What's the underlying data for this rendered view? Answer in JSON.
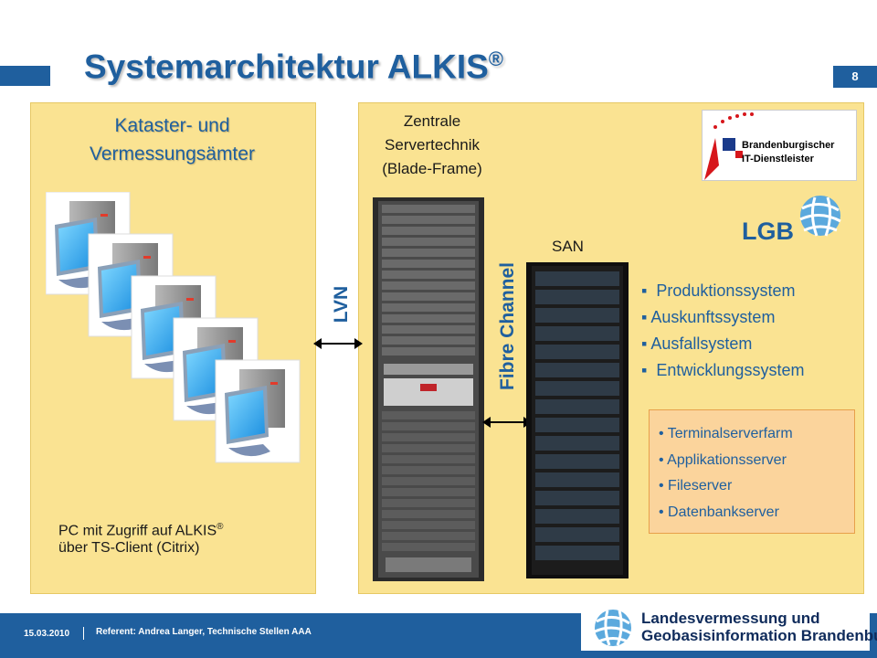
{
  "slide": {
    "title": "Systemarchitektur ALKIS",
    "title_mark": "®",
    "page_number": "8"
  },
  "left_panel": {
    "heading_line1": "Kataster- und",
    "heading_line2": "Vermessungsämter",
    "caption_line1": "PC mit Zugriff auf ALKIS",
    "caption_mark": "®",
    "caption_line2": "über TS-Client (Citrix)"
  },
  "connection": {
    "lvn": "LVN",
    "fibre": "Fibre Channel"
  },
  "right_panel": {
    "server_line1": "Zentrale",
    "server_line2": "Servertechnik",
    "server_line3": "(Blade-Frame)",
    "san": "SAN",
    "bitd_line1": "Brandenburgischer",
    "bitd_line2": "IT-Dienstleister",
    "lgb": "LGB",
    "systems": [
      "Produktionssystem",
      "Auskunftssystem",
      "Ausfallsystem",
      "Entwicklungssystem"
    ],
    "servers": [
      "Terminalserverfarm",
      "Applikationsserver",
      "Fileserver",
      "Datenbankserver"
    ]
  },
  "footer": {
    "date": "15.03.2010",
    "referent": "Referent: Andrea Langer, Technische Stellen AAA",
    "org_line1": "Landesvermessung und",
    "org_line2": "Geobasisinformation Brandenburg"
  },
  "colors": {
    "brand_blue": "#1f5f9e",
    "panel_yellow": "#fae392",
    "box_orange": "#fbd49c",
    "bitd_red": "#d6161b"
  }
}
